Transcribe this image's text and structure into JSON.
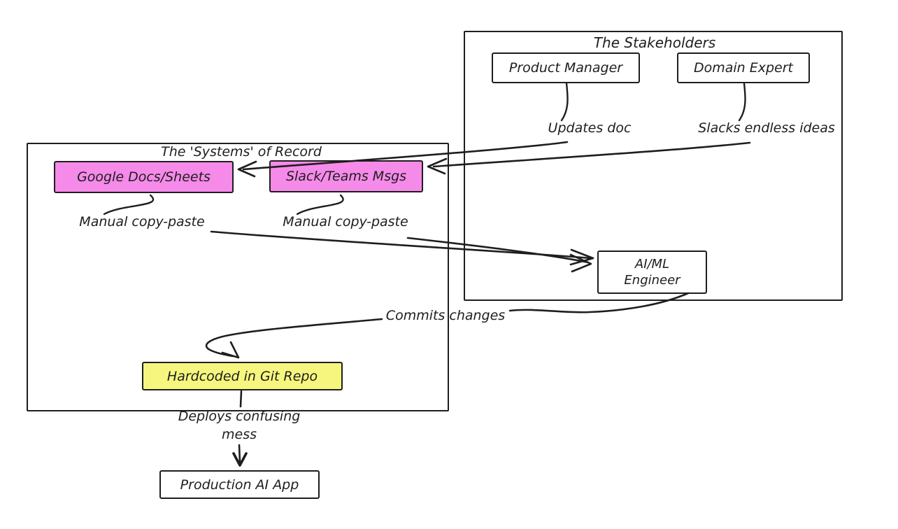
{
  "colors": {
    "stroke": "#1e1e1e",
    "pink_fill": "#f58ae9",
    "yellow_fill": "#f6f67e",
    "white_fill": "#ffffff",
    "background": "#ffffff"
  },
  "stakeholders": {
    "title": "The Stakeholders",
    "product_manager": "Product Manager",
    "domain_expert": "Domain Expert",
    "aiml_engineer": {
      "line1": "AI/ML",
      "line2": "Engineer"
    }
  },
  "systems": {
    "title": "The 'Systems' of Record",
    "google_docs": "Google Docs/Sheets",
    "slack_teams": "Slack/Teams Msgs"
  },
  "nodes": {
    "git_repo": "Hardcoded in Git Repo",
    "production_app": "Production AI App"
  },
  "edge_labels": {
    "updates_doc": "Updates doc",
    "slacks_ideas": "Slacks endless ideas",
    "manual_copy_left": "Manual copy-paste",
    "manual_copy_right": "Manual copy-paste",
    "commits_changes": "Commits changes",
    "deploys_line1": "Deploys confusing",
    "deploys_line2": "mess"
  }
}
